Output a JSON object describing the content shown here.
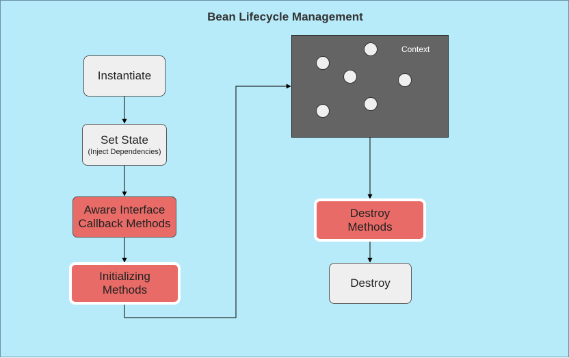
{
  "title": "Bean Lifecycle Management",
  "nodes": {
    "instantiate": "Instantiate",
    "set_state": "Set State",
    "set_state_sub": "(Inject Dependencies)",
    "aware_line1": "Aware Interface",
    "aware_line2": "Callback Methods",
    "init_line1": "Initializing",
    "init_line2": "Methods",
    "destroy_methods_line1": "Destroy",
    "destroy_methods_line2": "Methods",
    "destroy": "Destroy"
  },
  "context": {
    "label": "Context"
  },
  "colors": {
    "background": "#b7ebf9",
    "grey_box": "#efefef",
    "red_box": "#e96b67",
    "context_box": "#646464"
  }
}
